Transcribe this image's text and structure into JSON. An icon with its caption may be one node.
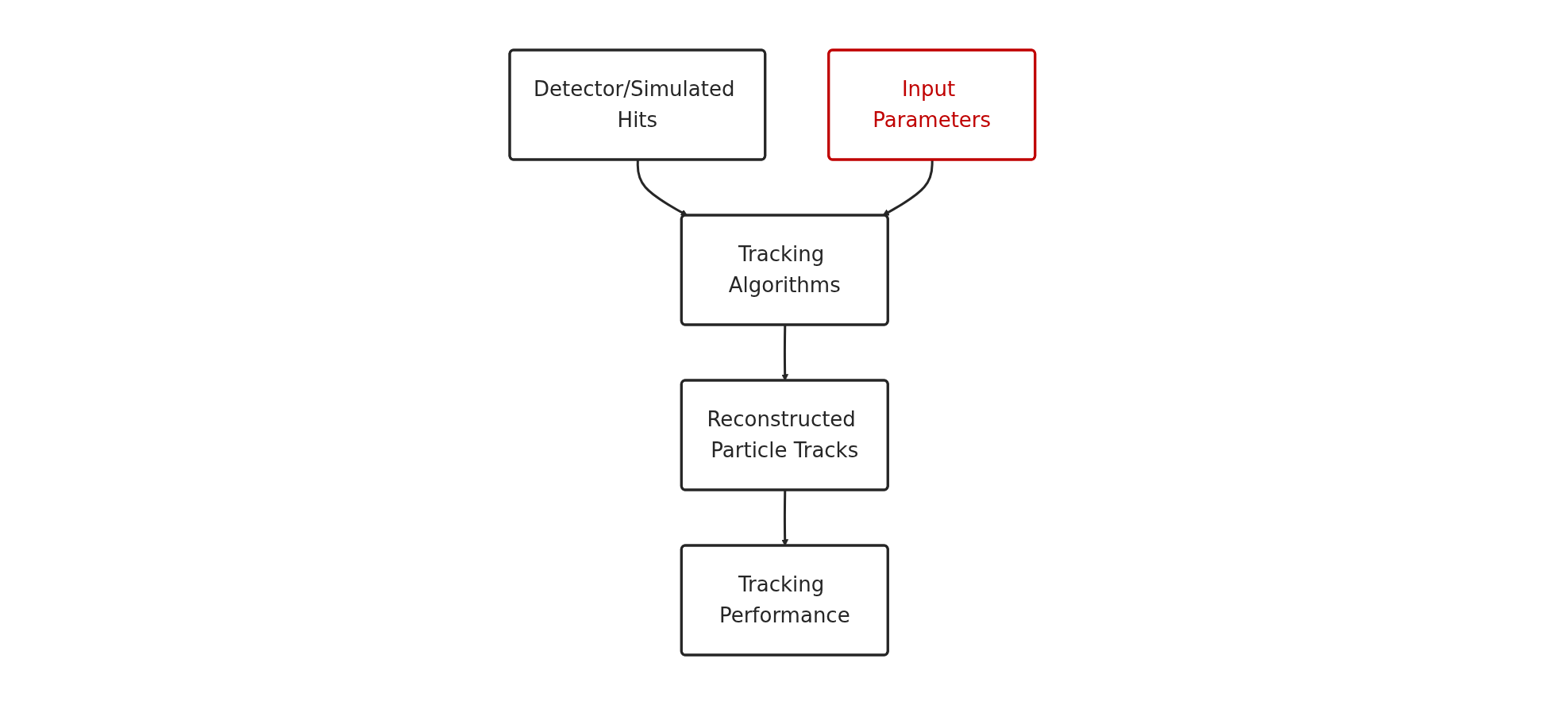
{
  "diagram": {
    "nodes": [
      {
        "text": [
          "Detector/Simulated Hits"
        ]
      },
      {
        "text": [
          "Input Parameters"
        ]
      },
      {
        "text": [
          "Tracking Algorithms"
        ]
      },
      {
        "text": [
          "Reconstructed Particle Tracks"
        ]
      },
      {
        "text": [
          "Tracking Performance"
        ]
      }
    ],
    "edges": [
      {
        "from": 0,
        "to": 2,
        "arrow": "to"
      },
      {
        "from": 1,
        "to": 2,
        "arrow": "to"
      },
      {
        "from": 2,
        "to": 3,
        "arrow": "to"
      },
      {
        "from": 3,
        "to": 4,
        "arrow": "to"
      }
    ]
  }
}
